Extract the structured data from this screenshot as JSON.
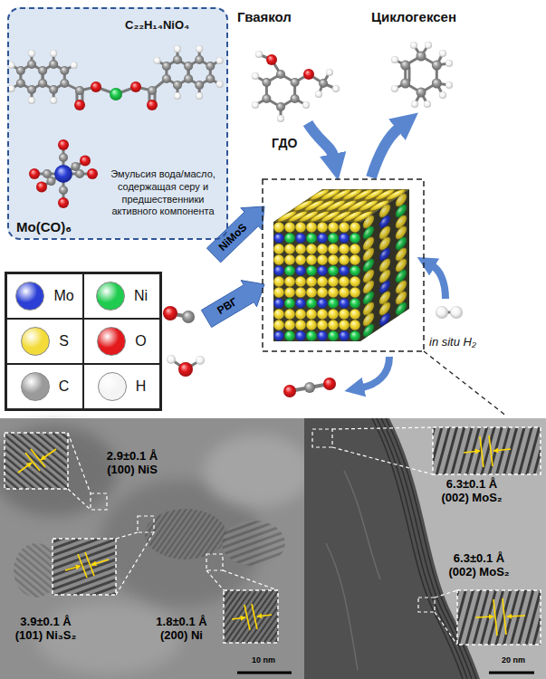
{
  "diagram": {
    "nodes": [
      {
        "text": [
          "C₂₂H₁₄NiO₄",
          "Эмульсия вода/масло, содержащая серу и предшественники активного компонента",
          "Mo(CO)₆"
        ]
      },
      {
        "text": [
          "2.9±0.1 Å (100) NiS",
          "3.9±0.1 Å (101) Ni₃S₂",
          "1.8±0.1 Å (200) Ni",
          "10 nm"
        ]
      },
      {
        "text": [
          "6.3±0.1 Å (002) MoS₂",
          "6.3±0.1 Å (002) MoS₂",
          "20 nm"
        ]
      }
    ],
    "labels": [
      "Гваякол",
      "Циклогексен",
      "ГДО",
      "NiMoS",
      "РВГ",
      "in situ H₂"
    ],
    "legend": [
      {
        "text": "Mo",
        "color": "#2b3fd6"
      },
      {
        "text": "Ni",
        "color": "#1fcc4f"
      },
      {
        "text": "S",
        "color": "#f3dc3a"
      },
      {
        "text": "O",
        "color": "#e3191c"
      },
      {
        "text": "C",
        "color": "#9a9a9a"
      },
      {
        "text": "H",
        "color": "#f4f4f4"
      }
    ]
  }
}
